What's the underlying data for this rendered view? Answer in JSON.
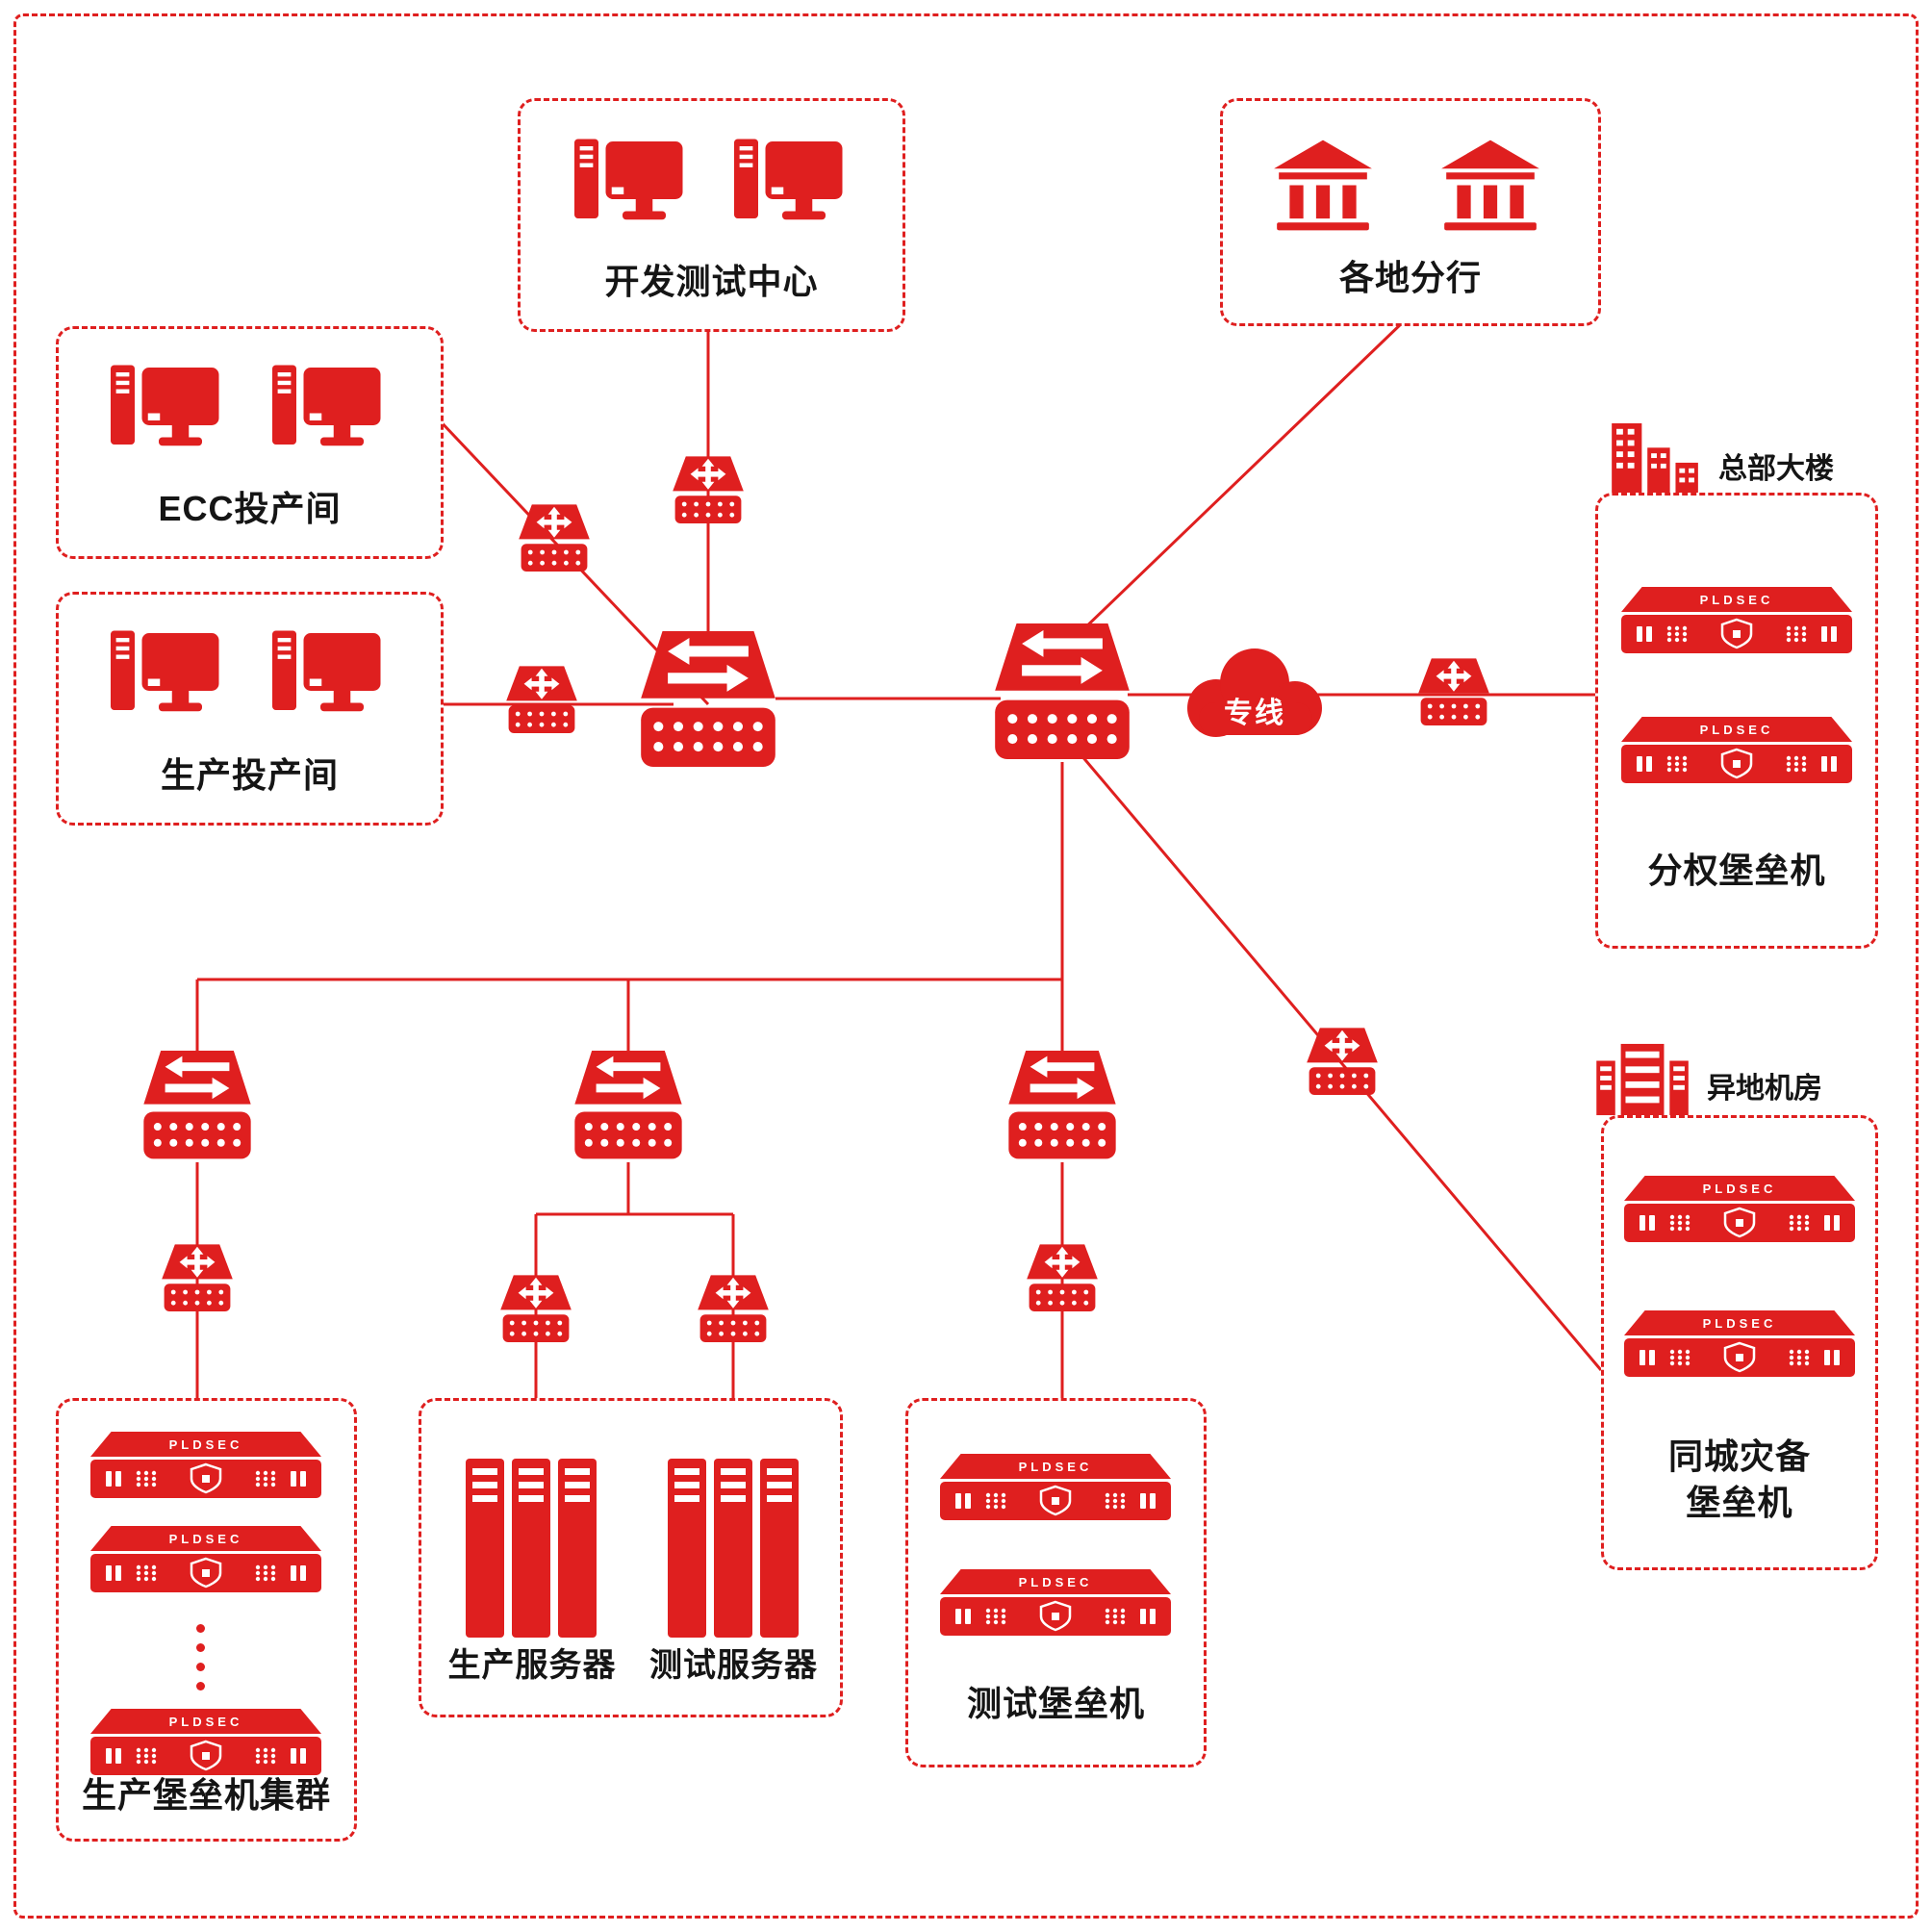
{
  "accent": "#df1f1f",
  "labels": {
    "dev_test_center": "开发测试中心",
    "branches": "各地分行",
    "ecc_room": "ECC投产间",
    "prod_room": "生产投产间",
    "hq_building": "总部大楼",
    "branch_bastion": "分权堡垒机",
    "remote_dc": "异地机房",
    "dr_bastion": "同城灾备\n堡垒机",
    "prod_bastion_cluster": "生产堡垒机集群",
    "prod_server": "生产服务器",
    "test_server": "测试服务器",
    "test_bastion": "测试堡垒机",
    "leased_line": "专线",
    "appliance_brand": "PLDSEC"
  }
}
